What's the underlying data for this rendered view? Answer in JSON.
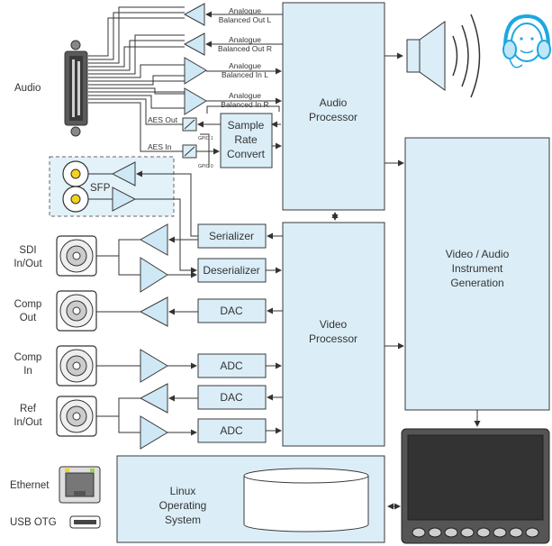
{
  "colors": {
    "block_fill": "#dbeef8",
    "stroke": "#3a3a3a",
    "connector_center": "#f2d21f",
    "screen": "#333333"
  },
  "labels": {
    "audio": "Audio",
    "sdi_l1": "SDI",
    "sdi_l2": "In/Out",
    "comp_out_l1": "Comp",
    "comp_out_l2": "Out",
    "comp_in_l1": "Comp",
    "comp_in_l2": "In",
    "ref_l1": "Ref",
    "ref_l2": "In/Out",
    "ethernet": "Ethernet",
    "usb_otg": "USB OTG",
    "sfp": "SFP",
    "analog_out_l_1": "Analogue",
    "analog_out_l_2": "Balanced Out L",
    "analog_out_r_1": "Analogue",
    "analog_out_r_2": "Balanced Out R",
    "analog_in_l_1": "Analogue",
    "analog_in_l_2": "Balanced In L",
    "analog_in_r_1": "Analogue",
    "analog_in_r_2": "Balanced In R",
    "aes_out": "AES Out",
    "aes_in": "AES In",
    "gpio1": "GPIO 1",
    "gpio0": "GPIO 0"
  },
  "blocks": {
    "sample_rate_1": "Sample",
    "sample_rate_2": "Rate",
    "sample_rate_3": "Convert",
    "audio_proc_1": "Audio",
    "audio_proc_2": "Processor",
    "video_proc_1": "Video",
    "video_proc_2": "Processor",
    "va_gen_1": "Video / Audio",
    "va_gen_2": "Instrument",
    "va_gen_3": "Generation",
    "serializer": "Serializer",
    "deserializer": "Deserializer",
    "dac1": "DAC",
    "adc1": "ADC",
    "dac2": "DAC",
    "adc2": "ADC",
    "linux_1": "Linux",
    "linux_2": "Operating",
    "linux_3": "System"
  },
  "icons": [
    "speaker-icon",
    "headphones-icon",
    "bnc-connector-icon",
    "ethernet-port-icon",
    "usb-port-icon",
    "monitor-icon",
    "disk-storage-icon",
    "db-connector-icon"
  ]
}
